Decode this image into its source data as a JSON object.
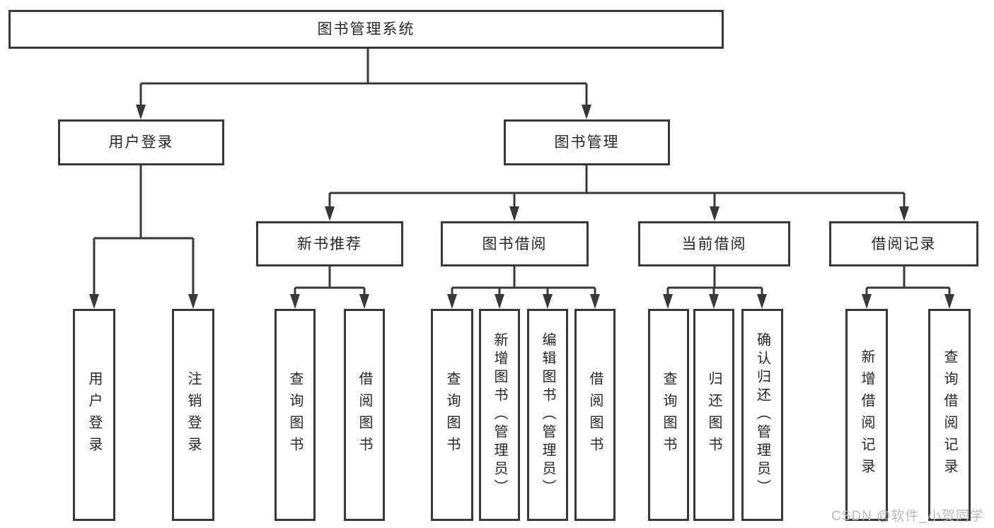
{
  "diagram": {
    "title": "图书管理系统",
    "tree": {
      "root": {
        "label": "图书管理系统",
        "children": [
          {
            "label": "用户登录",
            "children": [
              {
                "label": "用户登录"
              },
              {
                "label": "注销登录"
              }
            ]
          },
          {
            "label": "图书管理",
            "children": [
              {
                "label": "新书推荐",
                "children": [
                  {
                    "label": "查询图书"
                  },
                  {
                    "label": "借阅图书"
                  }
                ]
              },
              {
                "label": "图书借阅",
                "children": [
                  {
                    "label": "查询图书"
                  },
                  {
                    "label": "新增图书（管理员）"
                  },
                  {
                    "label": "编辑图书（管理员）"
                  },
                  {
                    "label": "借阅图书"
                  }
                ]
              },
              {
                "label": "当前借阅",
                "children": [
                  {
                    "label": "查询图书"
                  },
                  {
                    "label": "归还图书"
                  },
                  {
                    "label": "确认归还（管理员）"
                  }
                ]
              },
              {
                "label": "借阅记录",
                "children": [
                  {
                    "label": "新增借阅记录"
                  },
                  {
                    "label": "查询借阅记录"
                  }
                ]
              }
            ]
          }
        ]
      }
    },
    "colors": {
      "line": "#383838",
      "text": "#262626",
      "background": "#ffffff",
      "watermark": "#b9b9b9"
    }
  },
  "watermark": {
    "text": "CSDN @软件_小贺同学"
  }
}
